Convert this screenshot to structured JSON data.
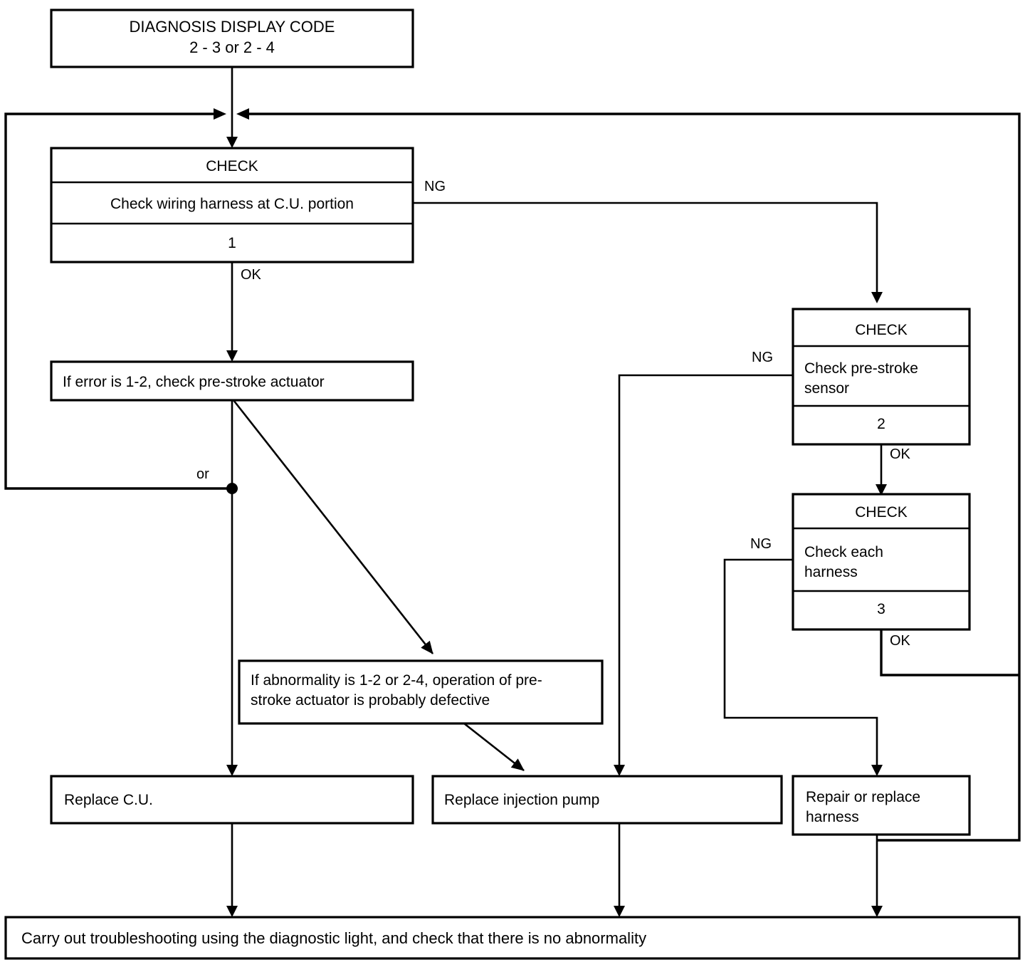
{
  "diagram": {
    "title": "Diagnosis display code 2-3 or 2-4 troubleshooting flowchart",
    "type": "flowchart",
    "header": {
      "line1": "DIAGNOSIS DISPLAY CODE",
      "line2": "2 - 3 or 2 - 4"
    },
    "check_boxes": [
      {
        "id": "check1",
        "header": "CHECK",
        "body": "Check wiring harness at C.U. portion",
        "number": "1",
        "ng_label": "NG",
        "ok_label": "OK"
      },
      {
        "id": "check2",
        "header": "CHECK",
        "body_line1": "Check pre-stroke",
        "body_line2": "sensor",
        "number": "2",
        "ng_label": "NG",
        "ok_label": "OK"
      },
      {
        "id": "check3",
        "header": "CHECK",
        "body_line1": "Check each",
        "body_line2": "harness",
        "number": "3",
        "ng_label": "NG",
        "ok_label": "OK"
      }
    ],
    "note_boxes": [
      {
        "id": "note-actuator",
        "text": "If error is 1-2, check pre-stroke actuator"
      },
      {
        "id": "note-abnormality",
        "line1": "If abnormality is 1-2 or 2-4, operation of pre-",
        "line2": "stroke actuator is probably defective"
      }
    ],
    "action_boxes": [
      {
        "id": "replace-cu",
        "text": "Replace C.U."
      },
      {
        "id": "replace-injection-pump",
        "text": "Replace injection pump"
      },
      {
        "id": "repair-harness-line1",
        "text": "Repair or replace"
      },
      {
        "id": "repair-harness-line2",
        "text": "harness"
      }
    ],
    "footer": {
      "text": "Carry out troubleshooting using the diagnostic light, and check that there is no abnormality"
    },
    "edge_labels": {
      "or": "or"
    },
    "colors": {
      "stroke": "#000000",
      "fill": "#ffffff",
      "background": "#ffffff"
    }
  }
}
